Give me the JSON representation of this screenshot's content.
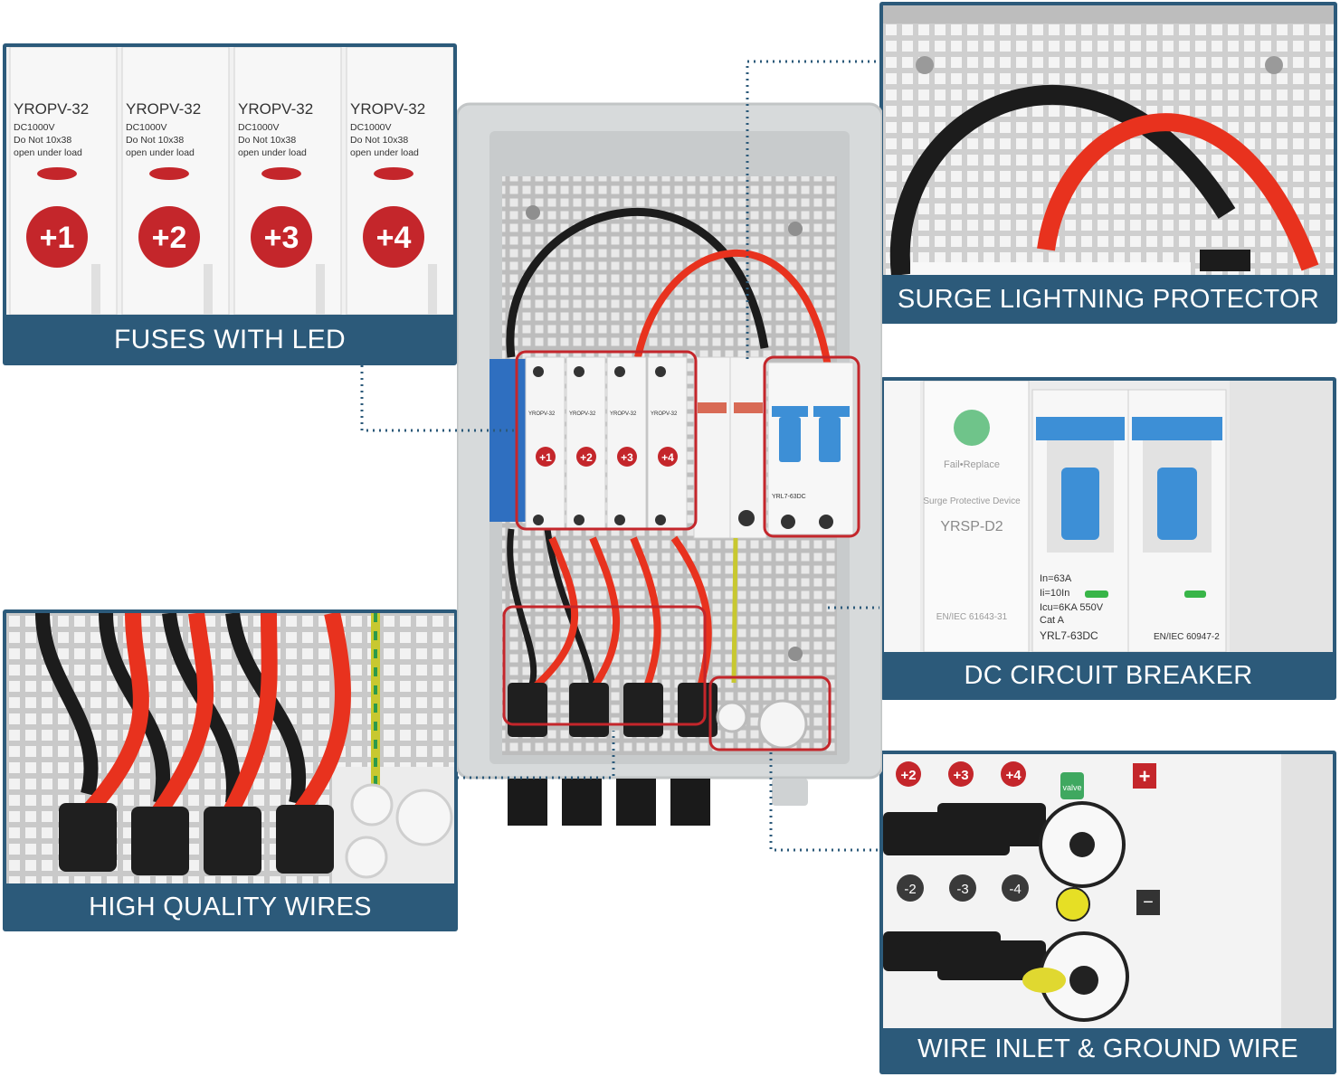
{
  "panels": {
    "fuses": {
      "caption": "FUSES WITH LED",
      "fuses": [
        {
          "model": "YROPV-32",
          "line1": "DC1000V",
          "line2": "Do Not  10x38",
          "line3": "open under load",
          "badge": "+1"
        },
        {
          "model": "YROPV-32",
          "line1": "DC1000V",
          "line2": "Do Not  10x38",
          "line3": "open under load",
          "badge": "+2"
        },
        {
          "model": "YROPV-32",
          "line1": "DC1000V",
          "line2": "Do Not  10x38",
          "line3": "open under load",
          "badge": "+3"
        },
        {
          "model": "YROPV-32",
          "line1": "DC1000V",
          "line2": "Do Not  10x38",
          "line3": "open under load",
          "badge": "+4"
        }
      ]
    },
    "surge": {
      "caption": "SURGE LIGHTNING PROTECTOR"
    },
    "breaker": {
      "caption": "DC CIRCUIT BREAKER",
      "spd_name": "Fail•Replace",
      "spd_desc": "Surge Protective Device",
      "spd_model": "YRSP-D2",
      "spd_std": "EN/IEC 61643-31",
      "rating1": "In=63A",
      "rating2": "Ii=10In",
      "rating3": "Icu=6KA  550V",
      "rating4": "Cat A",
      "model": "YRL7-63DC",
      "standard": "EN/IEC 60947-2"
    },
    "wires": {
      "caption": "HIGH QUALITY WIRES"
    },
    "inlet": {
      "caption": "WIRE INLET & GROUND WIRE",
      "pos_badges": [
        "+2",
        "+3",
        "+4"
      ],
      "neg_badges": [
        "-2",
        "-3",
        "-4"
      ],
      "valve": "valve",
      "out_pos": "+",
      "out_neg": "−"
    }
  },
  "center": {
    "fuse_badges": [
      "+1",
      "+2",
      "+3",
      "+4"
    ],
    "fuse_model": "YROPV-32",
    "breaker_model": "YRL7-63DC"
  },
  "colors": {
    "caption_bg": "#2c5a7a",
    "highlight": "#c4262b",
    "wire_red": "#e8321e",
    "wire_black": "#1c1c1c",
    "enclosure": "#d9dcdd"
  }
}
